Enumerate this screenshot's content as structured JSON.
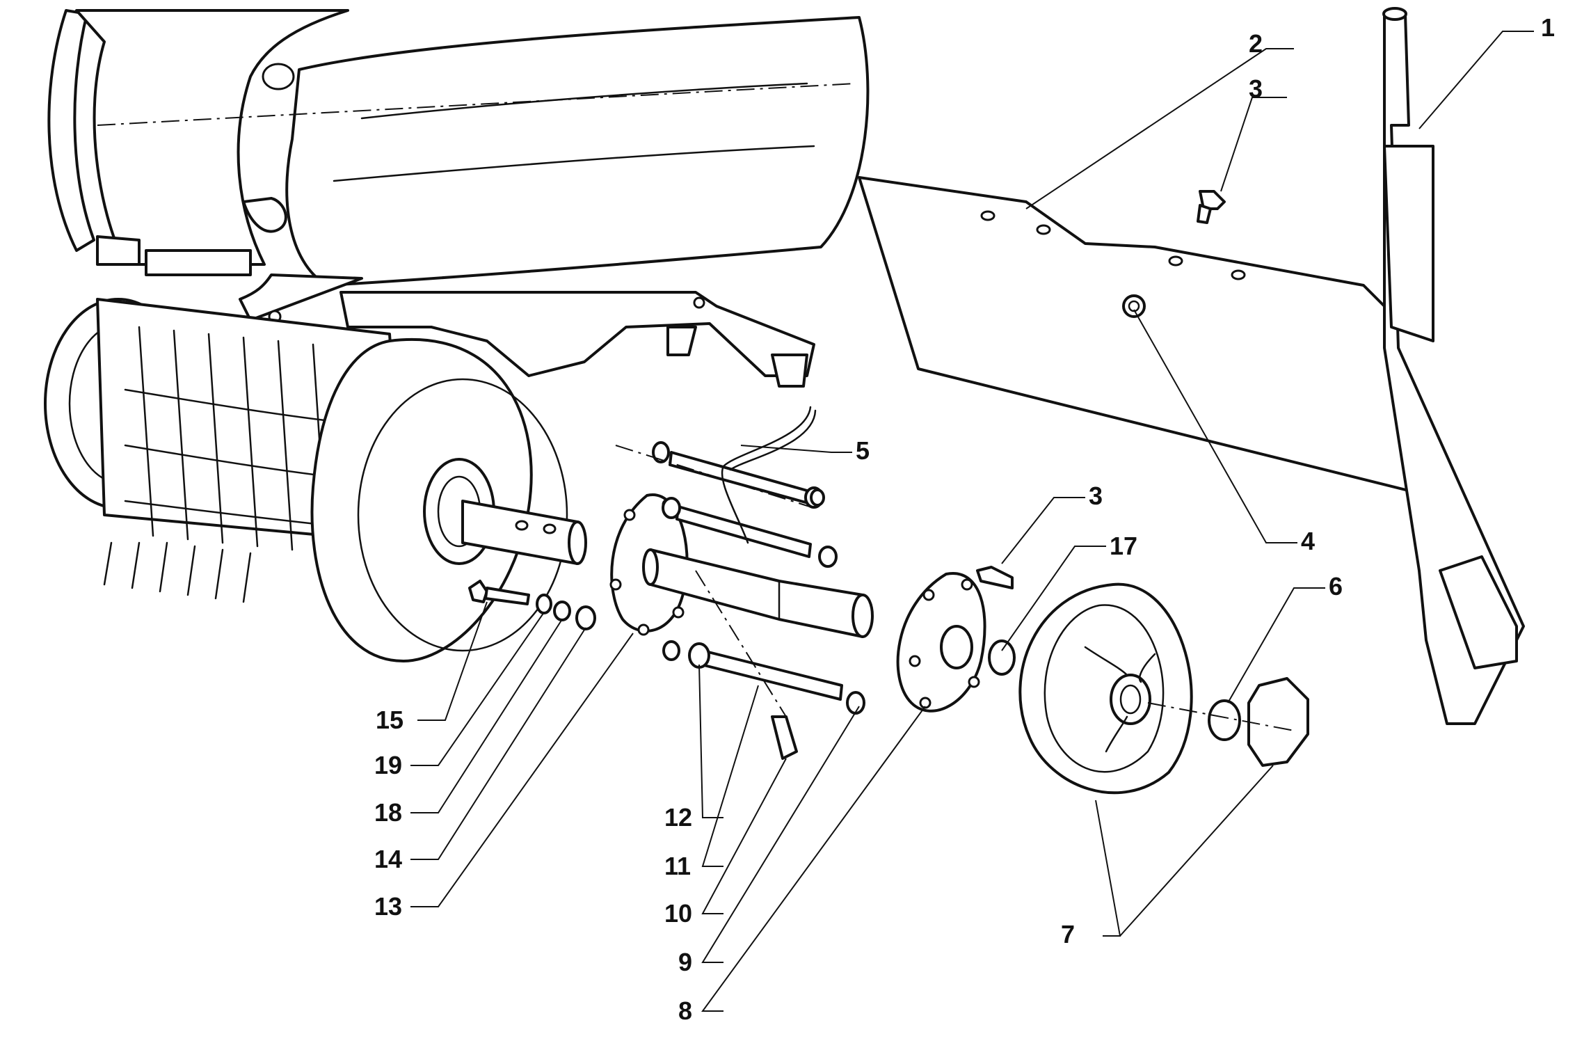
{
  "callouts": [
    "1",
    "2",
    "3",
    "3",
    "4",
    "5",
    "6",
    "7",
    "8",
    "9",
    "10",
    "11",
    "12",
    "13",
    "14",
    "15",
    "17",
    "18",
    "19"
  ],
  "colors": {
    "ink": "#111111",
    "paper": "#ffffff"
  }
}
